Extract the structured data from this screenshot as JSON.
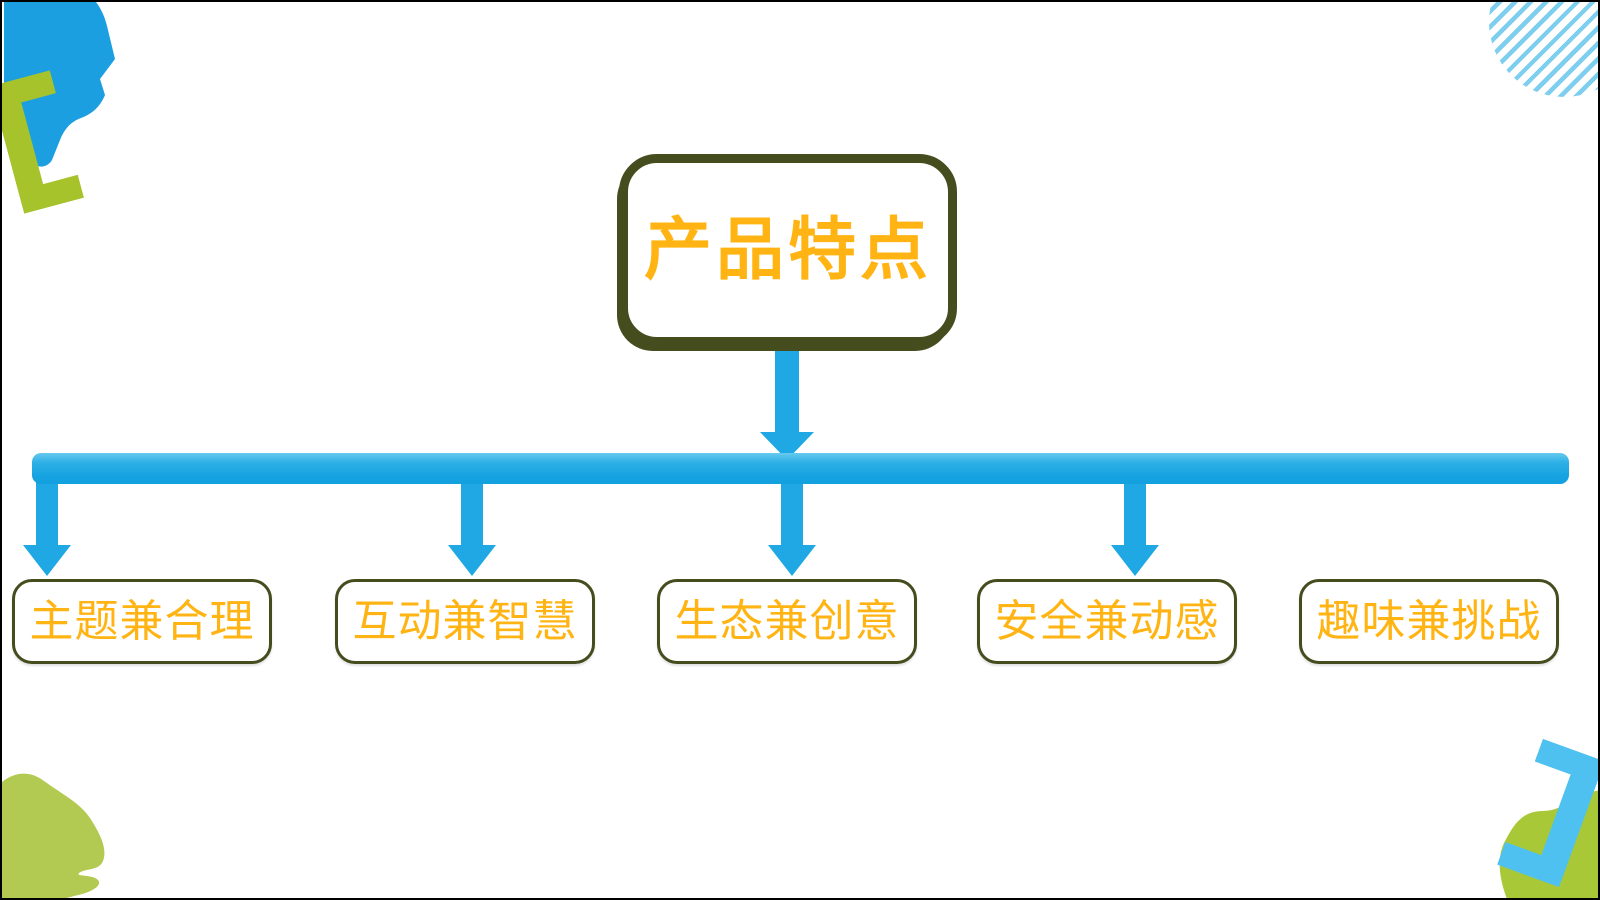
{
  "slide": {
    "title": {
      "text": "产品特点"
    },
    "features": [
      {
        "label": "主题兼合理"
      },
      {
        "label": "互动兼智慧"
      },
      {
        "label": "生态兼创意"
      },
      {
        "label": "安全兼动感"
      },
      {
        "label": "趣味兼挑战"
      }
    ],
    "colors": {
      "accent_blue": "#1FA8E4",
      "accent_blue_light": "#66CAEF",
      "light_blue": "#7ECEF0",
      "bracket_green": "#A6C32B",
      "blob_green": "#B3CA52",
      "blob_green_dark": "#A9C838",
      "bracket_blue": "#4EC1F0",
      "olive": "#454C1E",
      "text_orange": "#FFB414",
      "bg": "#FFFFFF"
    }
  }
}
